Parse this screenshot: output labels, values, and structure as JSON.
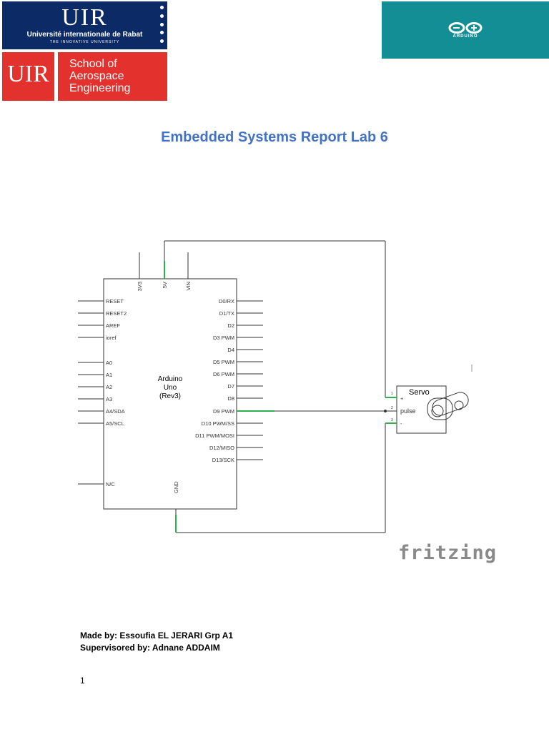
{
  "header": {
    "uir_logo": {
      "mark": "UIR",
      "name": "Université internationale de Rabat",
      "tagline": "THE INNOVATIVE UNIVERSITY"
    },
    "school_logo": {
      "badge": "UIR",
      "lines": [
        "School of",
        "Aerospace",
        "Engineering"
      ]
    },
    "arduino_logo": {
      "word": "ARDUINO",
      "color": "#138e95"
    }
  },
  "title": "Embedded Systems Report Lab 6",
  "schematic": {
    "board": {
      "name_lines": [
        "Arduino",
        "Uno",
        "(Rev3)"
      ],
      "top_pins": [
        "3V3",
        "5V",
        "VIN"
      ],
      "bottom_pins": [
        "GND"
      ],
      "left_pins": [
        "RESET",
        "RESET2",
        "AREF",
        "ioref",
        "A0",
        "A1",
        "A2",
        "A3",
        "A4/SDA",
        "A5/SCL",
        "N/C"
      ],
      "right_pins": [
        "D0/RX",
        "D1/TX",
        "D2",
        "D3 PWM",
        "D4",
        "D5 PWM",
        "D6 PWM",
        "D7",
        "D8",
        "D9 PWM",
        "D10 PWM/SS",
        "D11 PWM/MOSI",
        "D12/MISO",
        "D13/SCK"
      ]
    },
    "servo": {
      "name": "Servo",
      "pins": [
        "+",
        "pulse",
        "-"
      ],
      "pin_numbers": [
        "1",
        "2",
        "3"
      ]
    },
    "wire_highlight_color": "#2bb24c",
    "fritzing_mark": "fritzing"
  },
  "credits": {
    "made_by": "Made by: Essoufia EL JERARI Grp A1",
    "supervised_by": "Supervisored by: Adnane ADDAIM"
  },
  "page_number": "1"
}
